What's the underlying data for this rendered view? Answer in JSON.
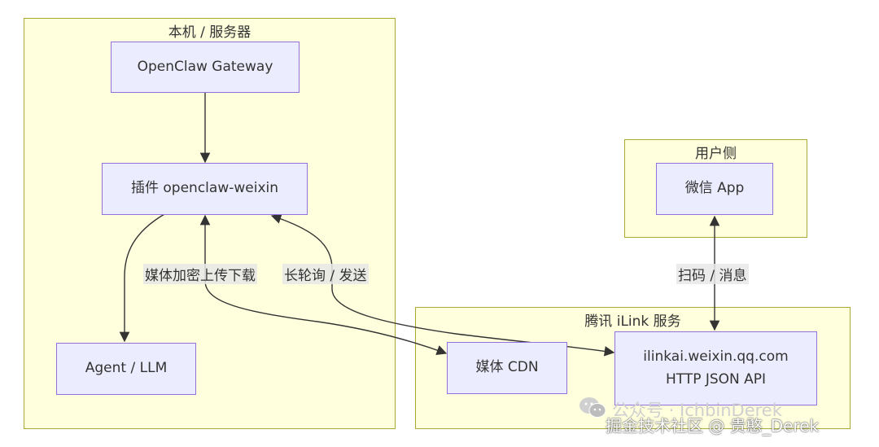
{
  "clusters": {
    "local": {
      "title": "本机 / 服务器"
    },
    "user": {
      "title": "用户侧"
    },
    "tencent": {
      "title": "腾讯 iLink 服务"
    }
  },
  "nodes": {
    "gateway": {
      "label": "OpenClaw Gateway"
    },
    "plugin": {
      "label": "插件 openclaw-weixin"
    },
    "agent": {
      "label": "Agent / LLM"
    },
    "wechat_app": {
      "label": "微信 App"
    },
    "media_cdn": {
      "label": "媒体 CDN"
    },
    "ilink_api": {
      "line1": "ilinkai.weixin.qq.com",
      "line2": "HTTP JSON API"
    }
  },
  "edges": {
    "media_transfer": {
      "label": "媒体加密上传下载"
    },
    "long_poll_send": {
      "label": "长轮询 / 发送"
    },
    "scan_message": {
      "label": "扫码 / 消息"
    }
  },
  "watermark": {
    "account": "公众号 · IchbinDerek",
    "community": "掘金技术社区 @ 贵憨_Derek"
  },
  "colors": {
    "cluster_fill": "#ffffde",
    "cluster_border": "#aaaa33",
    "node_fill": "#ececff",
    "node_border": "#9370db",
    "edge": "#333333"
  }
}
